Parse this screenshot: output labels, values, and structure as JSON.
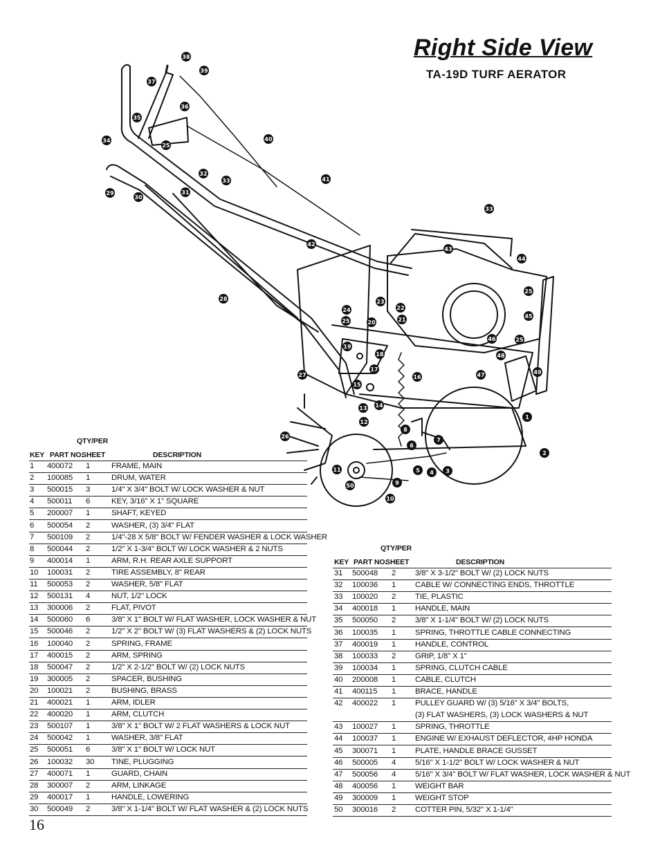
{
  "page": {
    "title": "Right Side View",
    "subtitle": "TA-19D TURF AERATOR",
    "page_number": "16"
  },
  "diagram": {
    "callouts": [
      "1",
      "2",
      "3",
      "4",
      "5",
      "6",
      "7",
      "8",
      "9",
      "10",
      "11",
      "12",
      "13",
      "14",
      "15",
      "16",
      "17",
      "18",
      "19",
      "20",
      "21",
      "22",
      "23",
      "24",
      "25",
      "25",
      "25",
      "25",
      "26",
      "27",
      "28",
      "29",
      "30",
      "31",
      "32",
      "33",
      "33",
      "34",
      "35",
      "36",
      "37",
      "38",
      "39",
      "40",
      "41",
      "42",
      "43",
      "44",
      "45",
      "46",
      "47",
      "48",
      "49",
      "50"
    ]
  },
  "table_headers": {
    "qty_per": "QTY/PER",
    "key": "KEY",
    "part_no": "PART NO.",
    "sheet": "SHEET",
    "description": "DESCRIPTION"
  },
  "parts_left": [
    {
      "key": "1",
      "part": "400072",
      "qty": "1",
      "desc": "FRAME, MAIN"
    },
    {
      "key": "2",
      "part": "100085",
      "qty": "1",
      "desc": "DRUM, WATER"
    },
    {
      "key": "3",
      "part": "500015",
      "qty": "3",
      "desc": "1/4\" X 3/4\" BOLT W/ LOCK WASHER & NUT"
    },
    {
      "key": "4",
      "part": "500011",
      "qty": "6",
      "desc": "KEY, 3/16\" X 1\" SQUARE"
    },
    {
      "key": "5",
      "part": "200007",
      "qty": "1",
      "desc": "SHAFT, KEYED"
    },
    {
      "key": "6",
      "part": "500054",
      "qty": "2",
      "desc": "WASHER, (3) 3/4\" FLAT"
    },
    {
      "key": "7",
      "part": "500109",
      "qty": "2",
      "desc": "1/4\"-28 X 5/8\" BOLT W/ FENDER WASHER & LOCK WASHER"
    },
    {
      "key": "8",
      "part": "500044",
      "qty": "2",
      "desc": "1/2\" X 1-3/4\" BOLT W/ LOCK WASHER & 2 NUTS"
    },
    {
      "key": "9",
      "part": "400014",
      "qty": "1",
      "desc": "ARM, R.H. REAR AXLE SUPPORT"
    },
    {
      "key": "10",
      "part": "100031",
      "qty": "2",
      "desc": "TIRE ASSEMBLY, 8\" REAR"
    },
    {
      "key": "11",
      "part": "500053",
      "qty": "2",
      "desc": "WASHER, 5/8\" FLAT"
    },
    {
      "key": "12",
      "part": "500131",
      "qty": "4",
      "desc": "NUT, 1/2\" LOCK"
    },
    {
      "key": "13",
      "part": "300006",
      "qty": "2",
      "desc": "FLAT, PIVOT"
    },
    {
      "key": "14",
      "part": "500060",
      "qty": "6",
      "desc": "3/8\" X 1\" BOLT W/ FLAT WASHER, LOCK WASHER & NUT"
    },
    {
      "key": "15",
      "part": "500046",
      "qty": "2",
      "desc": "1/2\" X 2\" BOLT W/ (3) FLAT WASHERS & (2) LOCK NUTS"
    },
    {
      "key": "16",
      "part": "100040",
      "qty": "2",
      "desc": "SPRING, FRAME"
    },
    {
      "key": "17",
      "part": "400015",
      "qty": "2",
      "desc": "ARM, SPRING"
    },
    {
      "key": "18",
      "part": "500047",
      "qty": "2",
      "desc": "1/2\" X 2-1/2\" BOLT W/ (2) LOCK NUTS"
    },
    {
      "key": "19",
      "part": "300005",
      "qty": "2",
      "desc": "SPACER, BUSHING"
    },
    {
      "key": "20",
      "part": "100021",
      "qty": "2",
      "desc": "BUSHING, BRASS"
    },
    {
      "key": "21",
      "part": "400021",
      "qty": "1",
      "desc": "ARM, IDLER"
    },
    {
      "key": "22",
      "part": "400020",
      "qty": "1",
      "desc": "ARM, CLUTCH"
    },
    {
      "key": "23",
      "part": "500107",
      "qty": "1",
      "desc": "3/8\" X 1\" BOLT W/ 2 FLAT WASHERS & LOCK NUT"
    },
    {
      "key": "24",
      "part": "500042",
      "qty": "1",
      "desc": "WASHER, 3/8\" FLAT"
    },
    {
      "key": "25",
      "part": "500051",
      "qty": "6",
      "desc": "3/8\" X 1\" BOLT W/ LOCK NUT"
    },
    {
      "key": "26",
      "part": "100032",
      "qty": "30",
      "desc": "TINE, PLUGGING"
    },
    {
      "key": "27",
      "part": "400071",
      "qty": "1",
      "desc": "GUARD, CHAIN"
    },
    {
      "key": "28",
      "part": "300007",
      "qty": "2",
      "desc": "ARM, LINKAGE"
    },
    {
      "key": "29",
      "part": "400017",
      "qty": "1",
      "desc": "HANDLE, LOWERING"
    },
    {
      "key": "30",
      "part": "500049",
      "qty": "2",
      "desc": "3/8\" X 1-1/4\" BOLT W/ FLAT WASHER & (2) LOCK NUTS"
    }
  ],
  "parts_right": [
    {
      "key": "31",
      "part": "500048",
      "qty": "2",
      "desc": "3/8\" X 3-1/2\" BOLT W/ (2) LOCK NUTS"
    },
    {
      "key": "32",
      "part": "100036",
      "qty": "1",
      "desc": "CABLE W/ CONNECTING ENDS, THROTTLE"
    },
    {
      "key": "33",
      "part": "100020",
      "qty": "2",
      "desc": "TIE, PLASTIC"
    },
    {
      "key": "34",
      "part": "400018",
      "qty": "1",
      "desc": "HANDLE, MAIN"
    },
    {
      "key": "35",
      "part": "500050",
      "qty": "2",
      "desc": "3/8\" X 1-1/4\" BOLT W/ (2) LOCK NUTS"
    },
    {
      "key": "36",
      "part": "100035",
      "qty": "1",
      "desc": "SPRING, THROTTLE CABLE CONNECTING"
    },
    {
      "key": "37",
      "part": "400019",
      "qty": "1",
      "desc": "HANDLE, CONTROL"
    },
    {
      "key": "38",
      "part": "100033",
      "qty": "2",
      "desc": "GRIP, 1/8\" X 1\""
    },
    {
      "key": "39",
      "part": "100034",
      "qty": "1",
      "desc": "SPRING, CLUTCH CABLE"
    },
    {
      "key": "40",
      "part": "200008",
      "qty": "1",
      "desc": "CABLE, CLUTCH"
    },
    {
      "key": "41",
      "part": "400115",
      "qty": "1",
      "desc": "BRACE, HANDLE"
    },
    {
      "key": "42",
      "part": "400022",
      "qty": "1",
      "desc": "PULLEY GUARD W/ (3) 5/16\" X 3/4\" BOLTS,",
      "desc2": "(3) FLAT WASHERS, (3) LOCK WASHERS & NUT"
    },
    {
      "key": "43",
      "part": "100027",
      "qty": "1",
      "desc": "SPRING, THROTTLE"
    },
    {
      "key": "44",
      "part": "100037",
      "qty": "1",
      "desc": "ENGINE W/ EXHAUST DEFLECTOR, 4HP HONDA"
    },
    {
      "key": "45",
      "part": "300071",
      "qty": "1",
      "desc": "PLATE, HANDLE BRACE GUSSET"
    },
    {
      "key": "46",
      "part": "500005",
      "qty": "4",
      "desc": "5/16\" X 1-1/2\" BOLT W/ LOCK WASHER & NUT"
    },
    {
      "key": "47",
      "part": "500056",
      "qty": "4",
      "desc": "5/16\" X 3/4\" BOLT W/ FLAT WASHER, LOCK WASHER & NUT"
    },
    {
      "key": "48",
      "part": "400056",
      "qty": "1",
      "desc": "WEIGHT BAR"
    },
    {
      "key": "49",
      "part": "300009",
      "qty": "1",
      "desc": "WEIGHT STOP"
    },
    {
      "key": "50",
      "part": "300016",
      "qty": "2",
      "desc": "COTTER PIN, 5/32\" X 1-1/4\""
    }
  ]
}
